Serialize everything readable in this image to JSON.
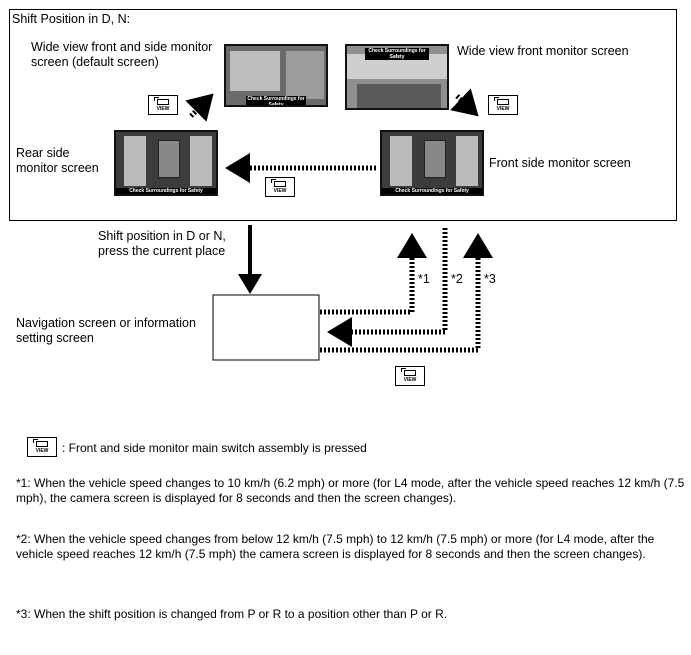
{
  "section_title": "Shift Position in D, N:",
  "screens": {
    "wide_front_side": "Wide view front and side monitor screen (default screen)",
    "wide_front": "Wide view front monitor screen",
    "rear_side": "Rear side monitor screen",
    "front_side": "Front side monitor screen",
    "navigation": "Navigation screen or information setting screen"
  },
  "screen_caption": "Check Surroundings for Safety",
  "button_icon_text": "VIEW",
  "shift_label": "Shift position in D or N, press the current place",
  "markers": [
    "*1",
    "*2",
    "*3"
  ],
  "legend_text": ": Front and side monitor main switch assembly is pressed",
  "notes": [
    "*1: When the vehicle speed changes to 10 km/h (6.2 mph) or more (for L4 mode, after the vehicle speed reaches 12 km/h (7.5 mph), the camera screen is displayed for 8 seconds and then the screen changes).",
    "*2: When the vehicle speed changes from below 12 km/h (7.5 mph) to 12 km/h (7.5 mph) or more (for L4 mode, after the vehicle speed reaches 12 km/h (7.5 mph) the camera screen is displayed for 8 seconds and then the screen changes).",
    "*3: When the shift position is changed from P or R to a position other than P or R."
  ]
}
